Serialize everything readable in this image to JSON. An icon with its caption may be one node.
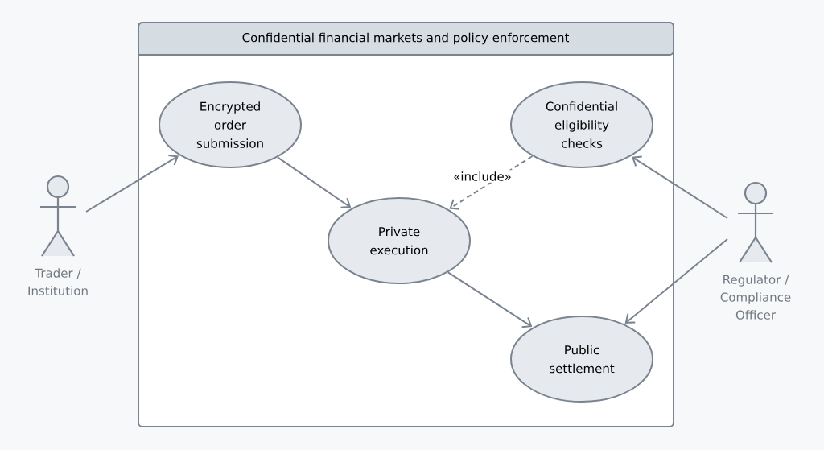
{
  "diagram": {
    "nodes": [
      {
        "text": [
          "Confidential financial markets and policy enforcement"
        ]
      },
      {
        "text": [
          "Trader / Institution"
        ]
      },
      {
        "text": [
          "Encrypted order submission"
        ],
        "in": 0
      },
      {
        "text": [
          "Confidential eligibility checks"
        ],
        "in": 0
      },
      {
        "text": [
          "Private execution"
        ],
        "in": 0
      },
      {
        "text": [
          "Public settlement"
        ],
        "in": 0
      },
      {
        "text": [
          "Regulator / Compliance Officer"
        ]
      }
    ],
    "edges": [
      {
        "from": 1,
        "to": 2,
        "arrow": "to"
      },
      {
        "from": 2,
        "to": 4,
        "arrow": "to"
      },
      {
        "from": 3,
        "to": 4,
        "arrow": "to",
        "label": "«include»",
        "style": "dashed"
      },
      {
        "from": 4,
        "to": 5,
        "arrow": "to"
      },
      {
        "from": 6,
        "to": 3,
        "arrow": "to"
      },
      {
        "from": 6,
        "to": 5,
        "arrow": "to"
      }
    ]
  }
}
